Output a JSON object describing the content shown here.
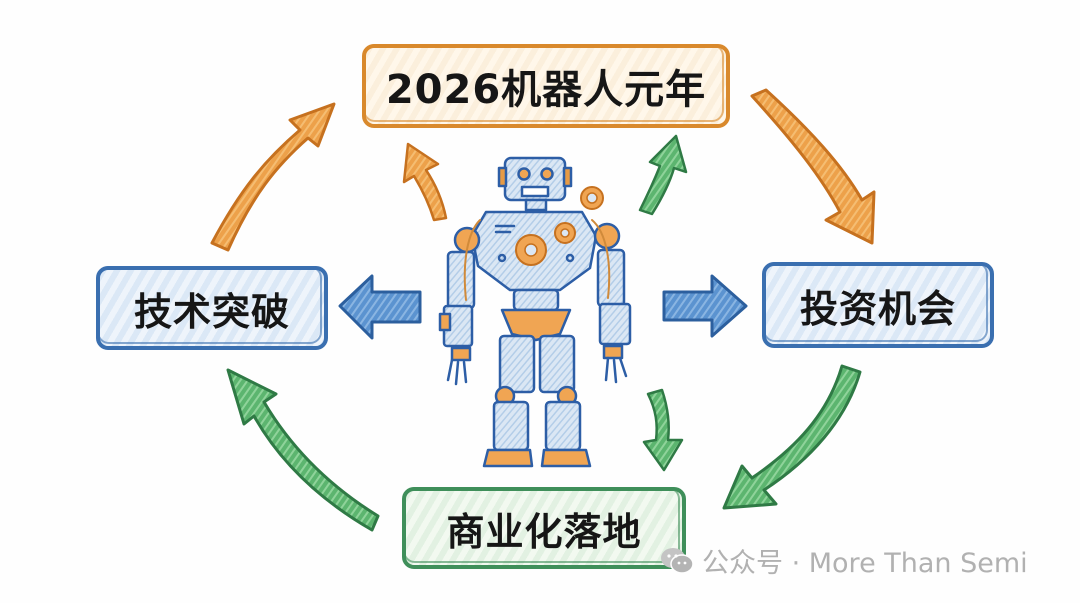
{
  "diagram": {
    "type": "cycle",
    "center": {
      "label": "robot-illustration"
    },
    "nodes": [
      {
        "id": "top",
        "label": "2026机器人元年",
        "color": "#d9892c"
      },
      {
        "id": "right",
        "label": "投资机会",
        "color": "#3a6fb0"
      },
      {
        "id": "bottom",
        "label": "商业化落地",
        "color": "#3f8f5a"
      },
      {
        "id": "left",
        "label": "技术突破",
        "color": "#3a6fb0"
      }
    ],
    "edges": [
      {
        "from": "left",
        "to": "top",
        "color": "#e89a3c",
        "kind": "cycle"
      },
      {
        "from": "top",
        "to": "right",
        "color": "#e89a3c",
        "kind": "cycle"
      },
      {
        "from": "right",
        "to": "bottom",
        "color": "#4caa62",
        "kind": "cycle"
      },
      {
        "from": "bottom",
        "to": "left",
        "color": "#4caa62",
        "kind": "cycle"
      },
      {
        "from": "center",
        "to": "top",
        "color": "#e89a3c",
        "kind": "radial"
      },
      {
        "from": "center",
        "to": "top",
        "color": "#4caa62",
        "kind": "radial"
      },
      {
        "from": "center",
        "to": "left",
        "color": "#4a86c8",
        "kind": "radial"
      },
      {
        "from": "center",
        "to": "right",
        "color": "#4a86c8",
        "kind": "radial"
      },
      {
        "from": "center",
        "to": "bottom",
        "color": "#4caa62",
        "kind": "radial"
      }
    ]
  },
  "watermark": {
    "text": "公众号 · More Than Semi",
    "icon": "wechat-icon"
  }
}
